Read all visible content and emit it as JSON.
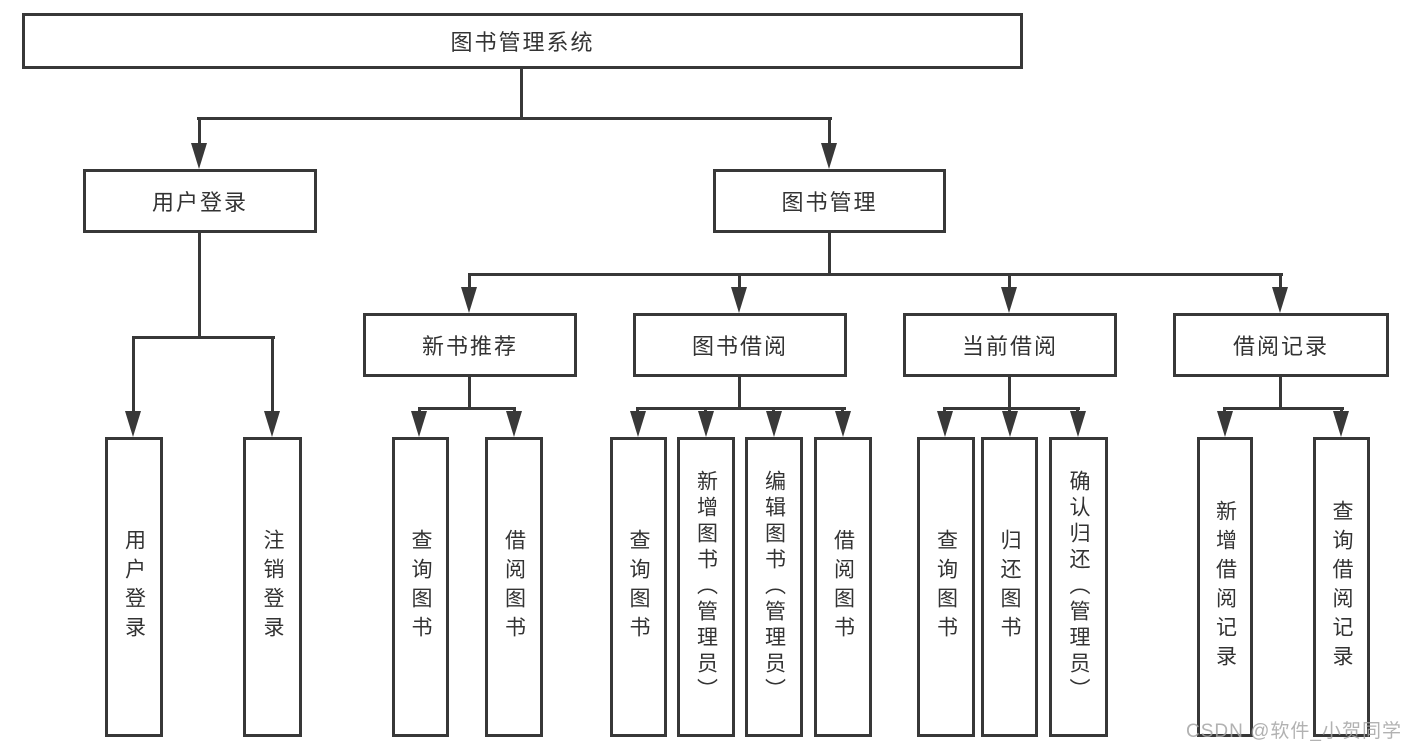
{
  "title": "图书管理系统",
  "nodes": {
    "root": "图书管理系统",
    "user_login": "用户登录",
    "book_mgmt": "图书管理",
    "new_book_rec": "新书推荐",
    "book_borrow": "图书借阅",
    "current_borrow": "当前借阅",
    "borrow_record": "借阅记录",
    "leaf_user_login": "用户登录",
    "leaf_logout": "注销登录",
    "leaf_rec_query": "查询图书",
    "leaf_rec_borrow": "借阅图书",
    "leaf_bb_query": "查询图书",
    "leaf_bb_add": "新增图书（管理员）",
    "leaf_bb_edit": "编辑图书（管理员）",
    "leaf_bb_borrow": "借阅图书",
    "leaf_cb_query": "查询图书",
    "leaf_cb_return": "归还图书",
    "leaf_cb_confirm": "确认归还（管理员）",
    "leaf_br_add": "新增借阅记录",
    "leaf_br_query": "查询借阅记录"
  },
  "tree": {
    "label": "图书管理系统",
    "children": [
      {
        "label": "用户登录",
        "children": [
          {
            "label": "用户登录"
          },
          {
            "label": "注销登录"
          }
        ]
      },
      {
        "label": "图书管理",
        "children": [
          {
            "label": "新书推荐",
            "children": [
              {
                "label": "查询图书"
              },
              {
                "label": "借阅图书"
              }
            ]
          },
          {
            "label": "图书借阅",
            "children": [
              {
                "label": "查询图书"
              },
              {
                "label": "新增图书（管理员）"
              },
              {
                "label": "编辑图书（管理员）"
              },
              {
                "label": "借阅图书"
              }
            ]
          },
          {
            "label": "当前借阅",
            "children": [
              {
                "label": "查询图书"
              },
              {
                "label": "归还图书"
              },
              {
                "label": "确认归还（管理员）"
              }
            ]
          },
          {
            "label": "借阅记录",
            "children": [
              {
                "label": "新增借阅记录"
              },
              {
                "label": "查询借阅记录"
              }
            ]
          }
        ]
      }
    ]
  },
  "watermark": "CSDN @软件_小贺同学",
  "colors": {
    "line": "#383838",
    "text": "#333333",
    "background": "#ffffff",
    "watermark": "#a4a4a4"
  }
}
